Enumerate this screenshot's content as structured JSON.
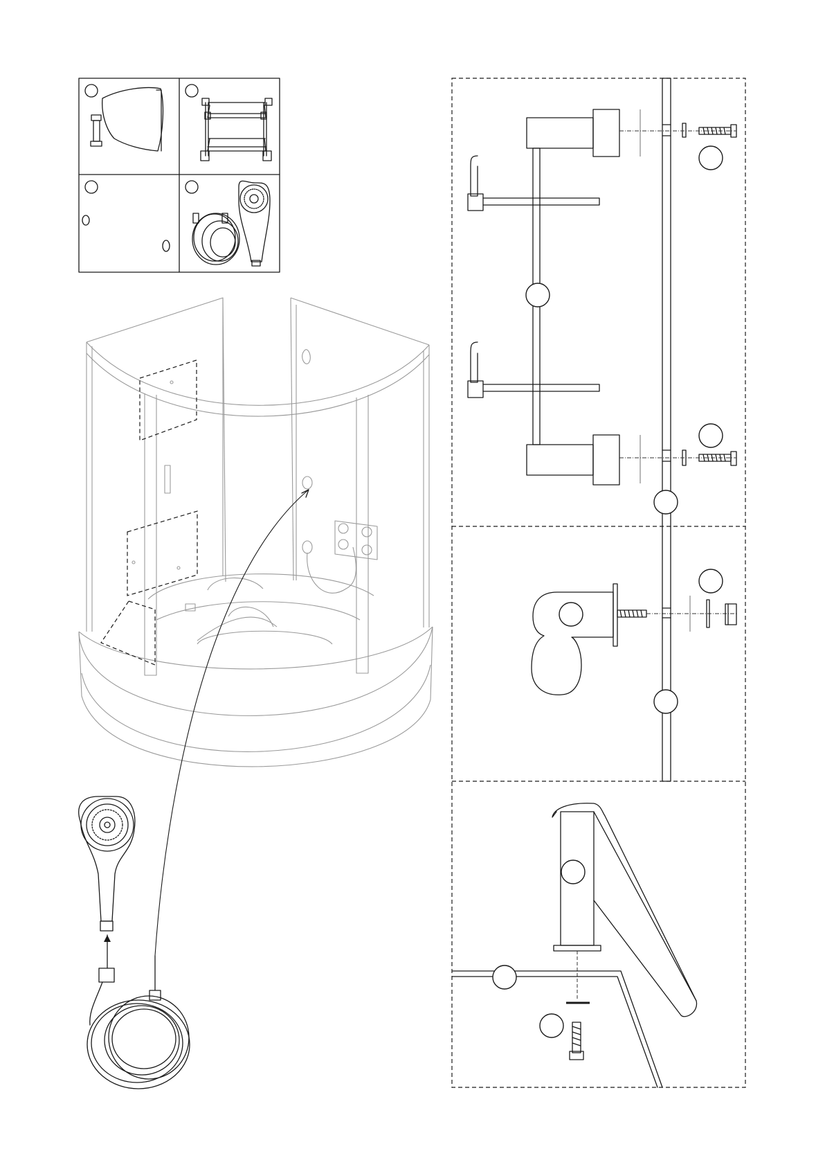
{
  "accessory_panels": [
    {
      "name": "headrest-panel"
    },
    {
      "name": "shelf-panel"
    },
    {
      "name": "handrail-panel"
    },
    {
      "name": "shower-set-panel"
    }
  ],
  "icons": {
    "headrest": "pillow-icon",
    "shelf": "shelf-icon",
    "handrail": "grab-bar-icon",
    "shower_head": "shower-head-icon",
    "hose": "hose-icon"
  },
  "colors": {
    "line": "#1a1a1a",
    "faint": "#9a9a9a"
  }
}
